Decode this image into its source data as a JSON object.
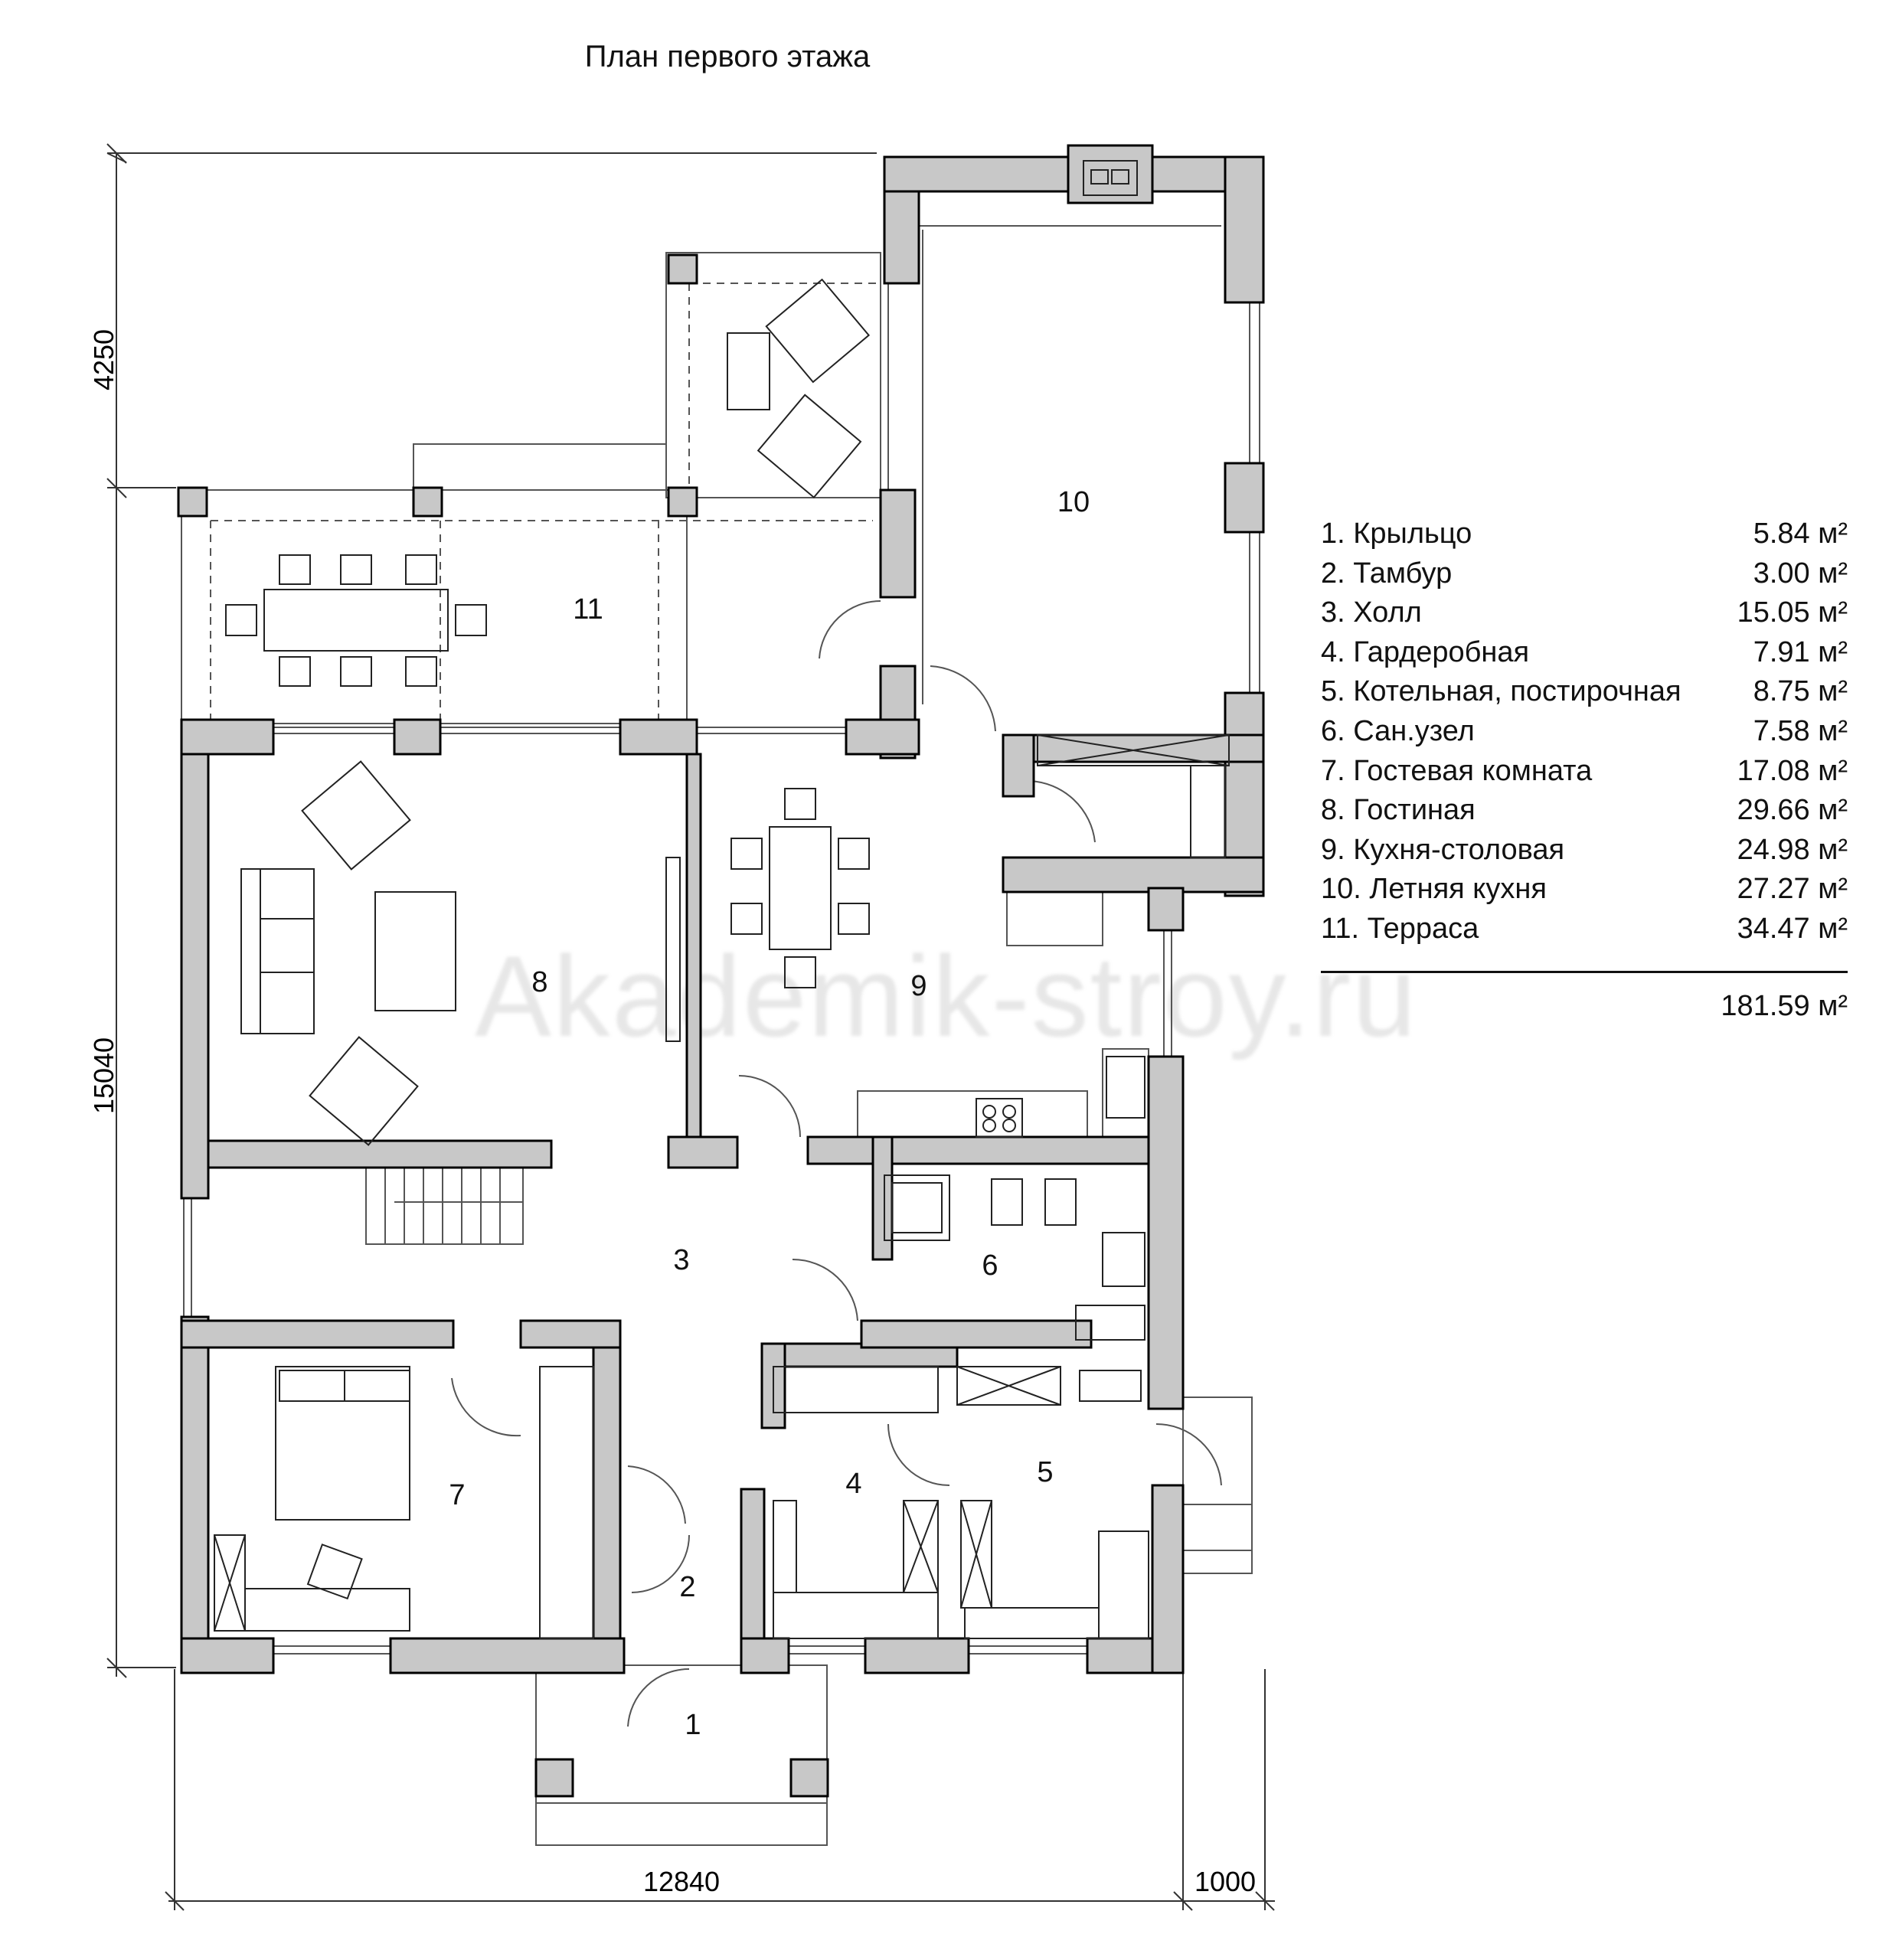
{
  "title": "План первого этажа",
  "watermark": "Akademik-stroy.ru",
  "dimensions": {
    "top_offset": "4250",
    "height": "15040",
    "width": "12840",
    "porch": "1000"
  },
  "room_numbers": [
    "1",
    "2",
    "3",
    "4",
    "5",
    "6",
    "7",
    "8",
    "9",
    "10",
    "11"
  ],
  "legend": [
    {
      "name": "1. Крыльцо",
      "area": "5.84 м²"
    },
    {
      "name": "2. Тамбур",
      "area": "3.00 м²"
    },
    {
      "name": "3. Холл",
      "area": "15.05 м²"
    },
    {
      "name": "4. Гардеробная",
      "area": "7.91 м²"
    },
    {
      "name": "5. Котельная, постирочная",
      "area": "8.75 м²"
    },
    {
      "name": "6. Сан.узел",
      "area": "7.58 м²"
    },
    {
      "name": "7. Гостевая комната",
      "area": "17.08 м²"
    },
    {
      "name": "8. Гостиная",
      "area": "29.66 м²"
    },
    {
      "name": "9. Кухня-столовая",
      "area": "24.98 м²"
    },
    {
      "name": "10. Летняя кухня",
      "area": "27.27 м²"
    },
    {
      "name": "11. Терраса",
      "area": "34.47 м²"
    }
  ],
  "total_area": "181.59 м²",
  "colors": {
    "wall_fill": "#c8c8c8",
    "wall_stroke": "#000000",
    "line": "#555555"
  }
}
